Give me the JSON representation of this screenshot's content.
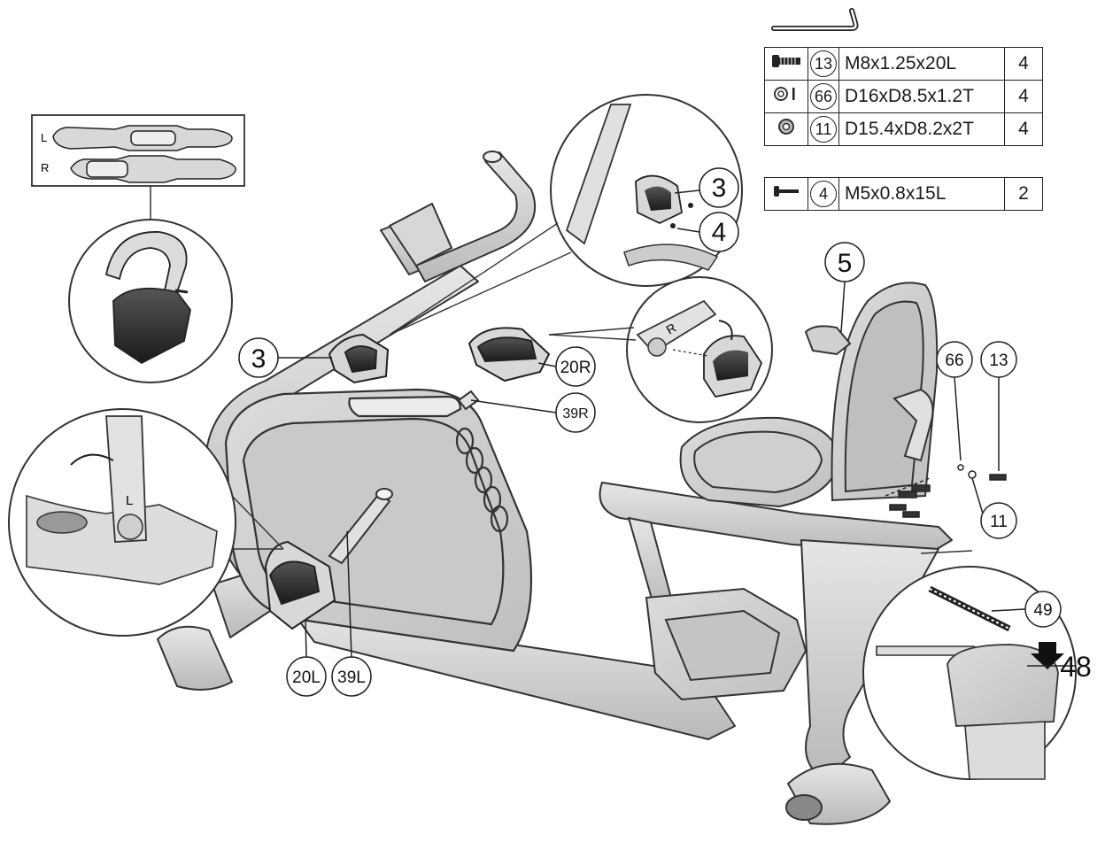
{
  "hardware_table_1": [
    {
      "icon": "bolt-icon",
      "part": "13",
      "spec": "M8x1.25x20L",
      "qty": "4"
    },
    {
      "icon": "curved-washer-icon",
      "part": "66",
      "spec": "D16xD8.5x1.2T",
      "qty": "4"
    },
    {
      "icon": "flat-washer-icon",
      "part": "11",
      "spec": "D15.4xD8.2x2T",
      "qty": "4"
    }
  ],
  "hardware_table_2": [
    {
      "icon": "screw-icon",
      "part": "4",
      "spec": "M5x0.8x15L",
      "qty": "2"
    }
  ],
  "strap_inset": {
    "left_letter": "L",
    "right_letter": "R"
  },
  "callouts": {
    "c3_top": "3",
    "c4_top": "4",
    "c3_left": "3",
    "c5": "5",
    "c20r": "20R",
    "c39r": "39R",
    "c66": "66",
    "c13": "13",
    "c11": "11",
    "c49": "49",
    "c48": "48",
    "c20l": "20L",
    "c39l": "39L"
  },
  "crank_labels": {
    "left_crank": "L",
    "right_crank": "R"
  }
}
